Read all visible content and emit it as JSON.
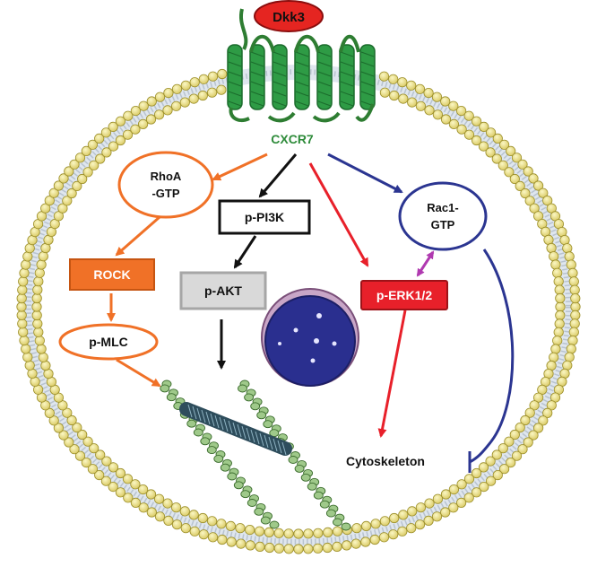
{
  "diagram": {
    "ligand": "Dkk3",
    "receptor": "CXCR7",
    "rhoa": "RhoA\n-GTP",
    "rock": "ROCK",
    "pmlc": "p-MLC",
    "ppi3k": "p-PI3K",
    "pakt": "p-AKT",
    "rac1": "Rac1-\nGTP",
    "perk": "p-ERK1/2",
    "cytoskeleton": "Cytoskeleton"
  },
  "colors": {
    "orange": "#f07127",
    "black": "#111111",
    "red": "#e8202a",
    "blue": "#2b3591",
    "purple": "#b03ab0",
    "green": "#2e8b3a",
    "nucleus": "#2a2f8f"
  },
  "icons": [
    "cell-membrane-icon",
    "receptor-icon",
    "nucleus-icon",
    "actin-filament-icon",
    "myosin-filament-icon"
  ]
}
